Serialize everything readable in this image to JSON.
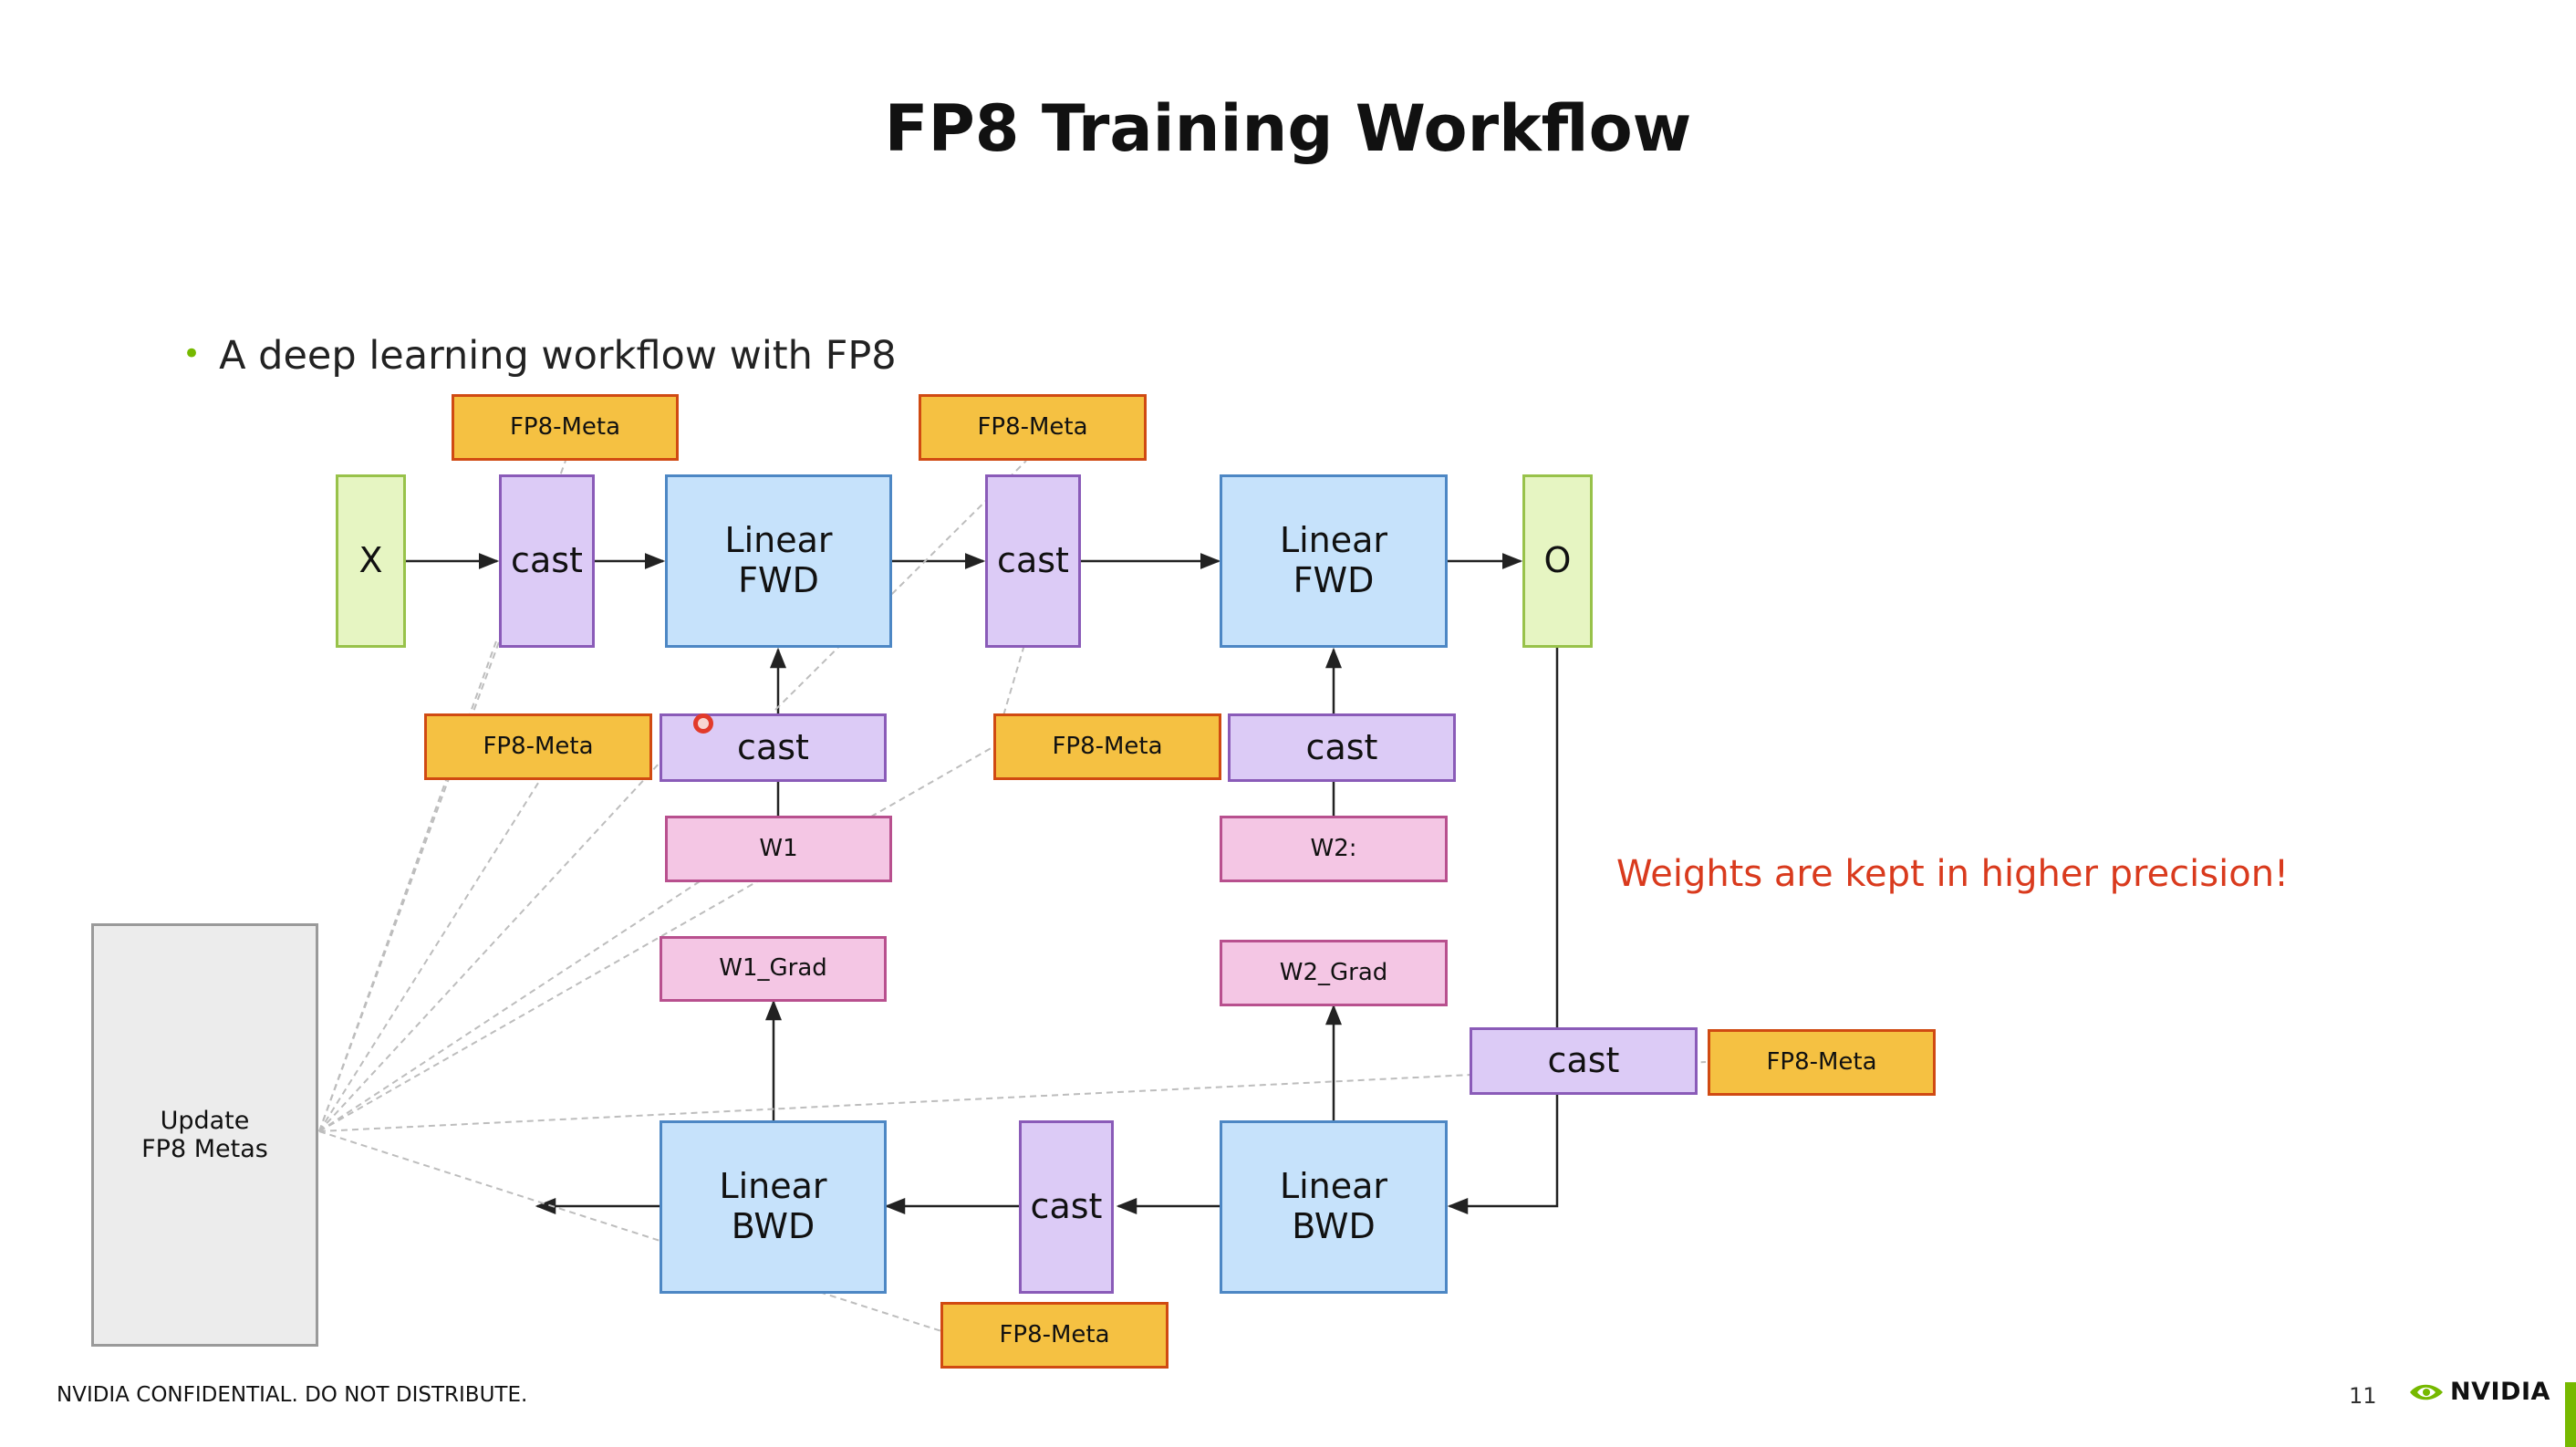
{
  "slide": {
    "title": "FP8 Training Workflow",
    "bullet": "A deep learning workflow with FP8",
    "note": "Weights are kept in higher precision!",
    "footer": "NVIDIA CONFIDENTIAL. DO NOT DISTRIBUTE.",
    "page_number": "11",
    "logo_text": "NVIDIA"
  },
  "diagram": {
    "input": "X",
    "output": "O",
    "meta": "FP8-Meta",
    "cast": "cast",
    "linear_fwd": "Linear\nFWD",
    "linear_bwd": "Linear\nBWD",
    "w1": "W1",
    "w2": "W2:",
    "w1_grad": "W1_Grad",
    "w2_grad": "W2_Grad",
    "update": "Update\nFP8 Metas"
  },
  "colors": {
    "meta": "#f5c142",
    "cast": "#dccbf6",
    "linear": "#c6e2fb",
    "io": "#e6f5c2",
    "weight": "#f4c6e4",
    "update": "#ececec",
    "note": "#d93a1d",
    "accent": "#76b900"
  }
}
